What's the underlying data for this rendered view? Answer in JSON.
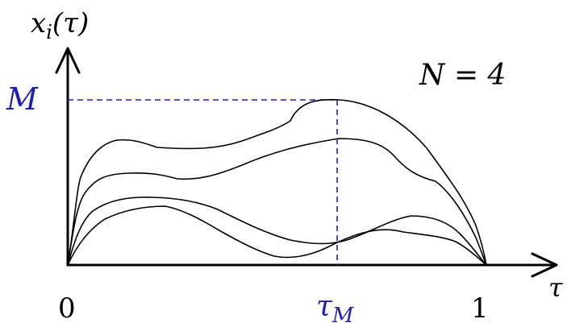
{
  "labels": {
    "y_axis": "x",
    "y_axis_sub": "i",
    "y_axis_arg": "(τ)",
    "x_axis": "τ",
    "n_label": "N = 4",
    "max_label": "M",
    "tau_m": "τ",
    "tau_m_sub": "M",
    "origin": "0",
    "one": "1"
  },
  "colors": {
    "axis": "#000000",
    "curve": "#000000",
    "guide": "#1f1fb4"
  },
  "curves": [
    {
      "name": "path-1"
    },
    {
      "name": "path-2"
    },
    {
      "name": "path-3"
    },
    {
      "name": "path-4"
    }
  ]
}
